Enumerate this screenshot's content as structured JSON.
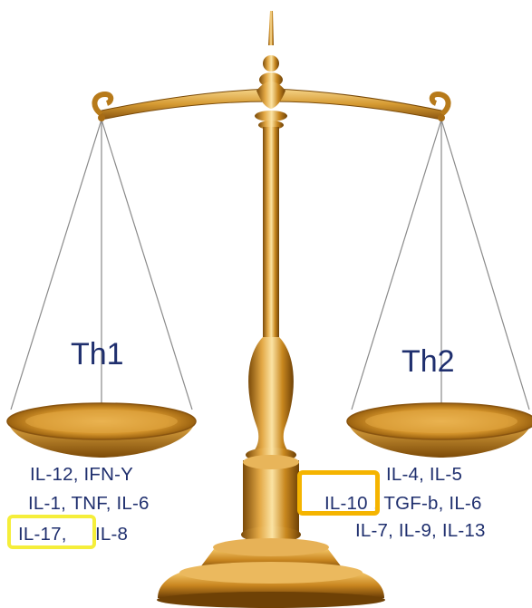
{
  "th1": {
    "title": "Th1",
    "line1": "IL-12, IFN-Y",
    "line2": "IL-1, TNF, IL-6",
    "line3_highlighted": "IL-17,",
    "line3_rest": "IL-8"
  },
  "th2": {
    "title": "Th2",
    "line1": "IL-4, IL-5",
    "line2_highlighted": "IL-10",
    "line2_rest": ", TGF-b, IL-6",
    "line3": "IL-7, IL-9, IL-13"
  },
  "colors": {
    "text": "#1f2f6e",
    "highlight_th1": "#f5ee3a",
    "highlight_th2": "#f5b400",
    "gold": "#c8861a"
  },
  "icons": {
    "scale": "balance-scale-icon"
  }
}
